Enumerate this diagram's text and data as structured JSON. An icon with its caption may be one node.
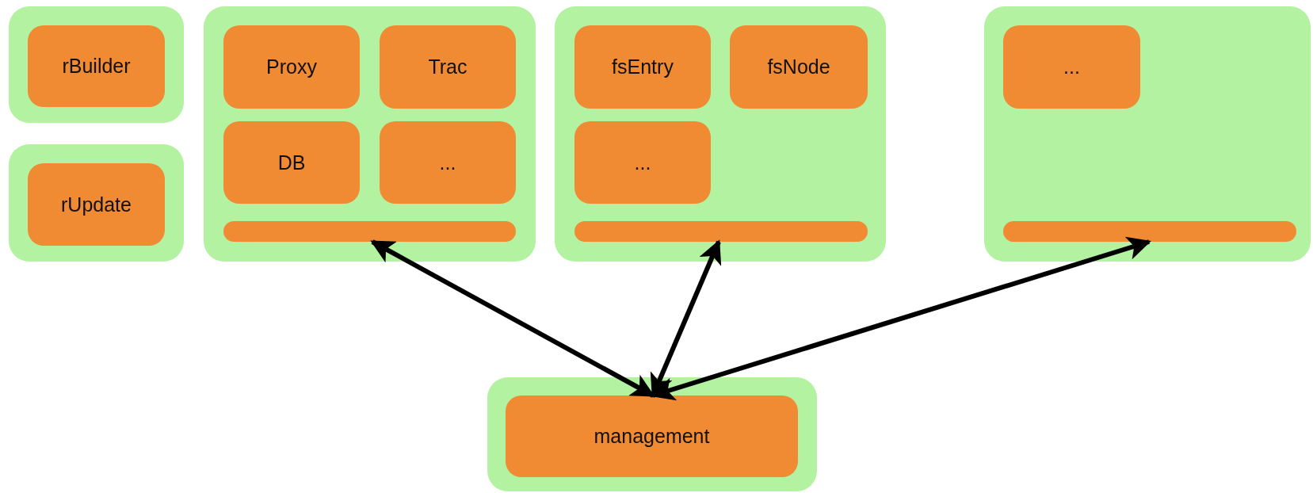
{
  "diagram": {
    "nodes": [
      {
        "text": [],
        "shape": "box"
      },
      {
        "text": [
          "rBuilder"
        ],
        "in": 0
      },
      {
        "text": [],
        "shape": "box"
      },
      {
        "text": [
          "rUpdate"
        ],
        "in": 2
      },
      {
        "text": [],
        "shape": "box"
      },
      {
        "text": [
          "Proxy"
        ],
        "in": 4
      },
      {
        "text": [
          "Trac"
        ],
        "in": 4
      },
      {
        "text": [
          "DB"
        ],
        "in": 4
      },
      {
        "text": [
          "..."
        ],
        "in": 4
      },
      {
        "text": [],
        "shape": "bar",
        "in": 4
      },
      {
        "text": [],
        "shape": "box"
      },
      {
        "text": [
          "fsEntry"
        ],
        "in": 10
      },
      {
        "text": [
          "fsNode"
        ],
        "in": 10
      },
      {
        "text": [
          "..."
        ],
        "in": 10
      },
      {
        "text": [],
        "shape": "bar",
        "in": 10
      },
      {
        "text": [],
        "shape": "box"
      },
      {
        "text": [
          "..."
        ],
        "in": 15
      },
      {
        "text": [],
        "shape": "bar",
        "in": 15
      },
      {
        "text": [],
        "shape": "box"
      },
      {
        "text": [
          "management"
        ],
        "in": 18
      }
    ],
    "edges": [
      {
        "from": 9,
        "to": 19,
        "arrow": "both"
      },
      {
        "from": 14,
        "to": 19,
        "arrow": "both"
      },
      {
        "from": 17,
        "to": 19,
        "arrow": "both"
      }
    ]
  }
}
